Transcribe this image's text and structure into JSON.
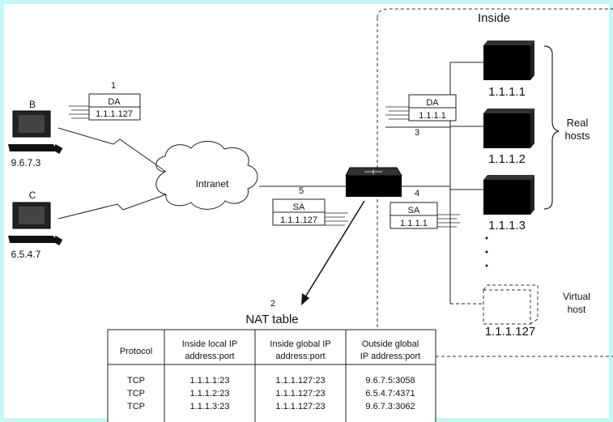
{
  "regions": {
    "inside_label": "Inside"
  },
  "cloud": {
    "label": "Intranet"
  },
  "hosts": {
    "b": {
      "label": "B",
      "ip": "9.6.7.3"
    },
    "c": {
      "label": "C",
      "ip": "6.5.4.7"
    }
  },
  "inside_hosts": [
    {
      "ip": "1.1.1.1"
    },
    {
      "ip": "1.1.1.2"
    },
    {
      "ip": "1.1.1.3"
    }
  ],
  "virtual_host": {
    "label_line1": "Virtual",
    "label_line2": "host",
    "ip": "1.1.1.127"
  },
  "real_hosts": {
    "label_line1": "Real",
    "label_line2": "hosts"
  },
  "packets": [
    {
      "step": "1",
      "field": "DA",
      "address": "1.1.1.127"
    },
    {
      "step": "3",
      "field": "DA",
      "address": "1.1.1.1"
    },
    {
      "step": "4",
      "field": "SA",
      "address": "1.1.1.1"
    },
    {
      "step": "5",
      "field": "SA",
      "address": "1.1.1.127"
    }
  ],
  "nat": {
    "step": "2",
    "title": "NAT table",
    "headers": [
      {
        "l1": "Protocol",
        "l2": ""
      },
      {
        "l1": "Inside local IP",
        "l2": "address:port"
      },
      {
        "l1": "Inside global IP",
        "l2": "address:port"
      },
      {
        "l1": "Outside global",
        "l2": "IP address:port"
      }
    ],
    "rows": [
      [
        "TCP",
        "1.1.1.1:23",
        "1.1.1.127:23",
        "9.6.7.5:3058"
      ],
      [
        "TCP",
        "1.1.1.2:23",
        "1.1.1.127:23",
        "6.5.4.7:4371"
      ],
      [
        "TCP",
        "1.1.1.3:23",
        "1.1.1.127:23",
        "9.6.7.3:3062"
      ]
    ]
  },
  "colors": {
    "frame": "#c6f7f7",
    "device": "#000000",
    "line": "#222222"
  }
}
